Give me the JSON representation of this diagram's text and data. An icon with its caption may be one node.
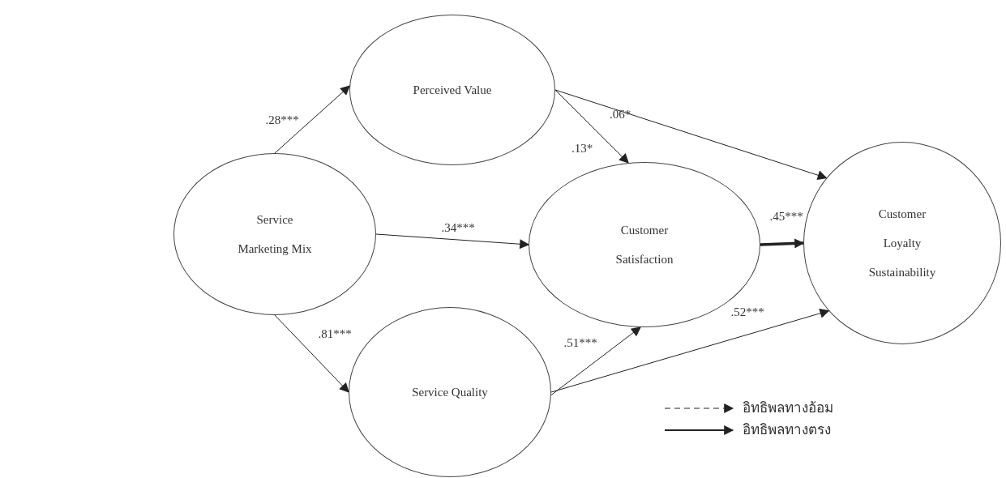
{
  "diagram": {
    "nodes": [
      {
        "text": [
          "Perceived Value"
        ]
      },
      {
        "text": [
          "Service Marketing Mix"
        ]
      },
      {
        "text": [
          "Customer Satisfaction"
        ]
      },
      {
        "text": [
          "Customer Loyalty Sustainability"
        ]
      },
      {
        "text": [
          "Service Quality"
        ]
      }
    ],
    "edges": [
      {
        "from": 1,
        "to": 0,
        "arrow": "to",
        "label": ".28***"
      },
      {
        "from": 1,
        "to": 2,
        "arrow": "to",
        "label": ".34***"
      },
      {
        "from": 1,
        "to": 4,
        "arrow": "to",
        "label": ".81***"
      },
      {
        "from": 0,
        "to": 2,
        "arrow": "to",
        "label": ".13*"
      },
      {
        "from": 0,
        "to": 3,
        "arrow": "to",
        "label": ".06*"
      },
      {
        "from": 2,
        "to": 3,
        "arrow": "to",
        "label": ".45***",
        "style": "thick"
      },
      {
        "from": 4,
        "to": 2,
        "arrow": "to",
        "label": ".51***"
      },
      {
        "from": 4,
        "to": 3,
        "arrow": "to",
        "label": ".52***"
      }
    ],
    "legend": [
      {
        "text": "อิทธิพลทางอ้อม"
      },
      {
        "text": "อิทธิพลทางตรง"
      }
    ]
  }
}
